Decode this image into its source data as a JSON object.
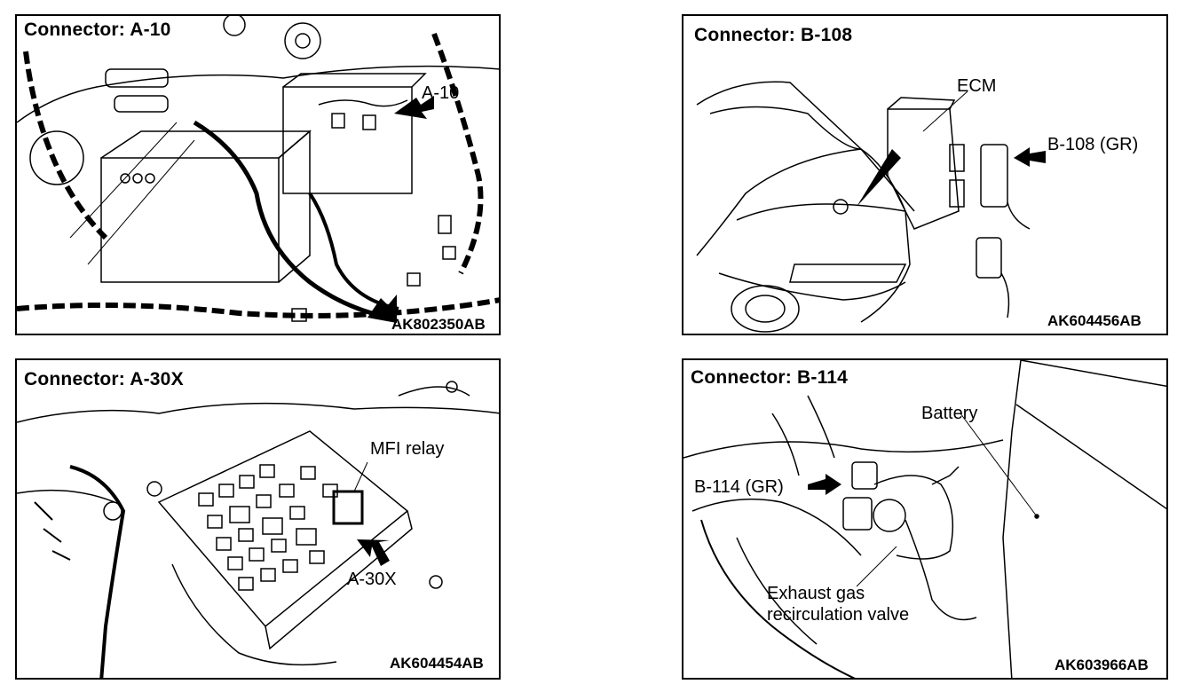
{
  "panels": [
    {
      "title": "Connector: A-10",
      "code": "AK802350AB",
      "callouts": [
        "A-10"
      ]
    },
    {
      "title": "Connector: B-108",
      "code": "AK604456AB",
      "callouts": [
        "ECM",
        "B-108 (GR)"
      ]
    },
    {
      "title": "Connector: A-30X",
      "code": "AK604454AB",
      "callouts": [
        "MFI relay",
        "A-30X"
      ]
    },
    {
      "title": "Connector: B-114",
      "code": "AK603966AB",
      "callouts": [
        "Battery",
        "B-114 (GR)",
        "Exhaust gas",
        "recirculation valve"
      ]
    }
  ]
}
